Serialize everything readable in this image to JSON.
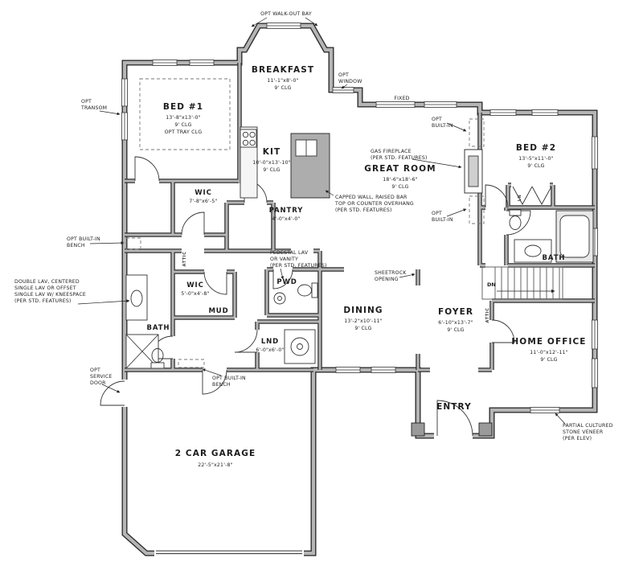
{
  "plan": {
    "style": {
      "wall_fill": "#b5b5b5",
      "wall_edge": "#2f2f2f",
      "thin_line": "#333333"
    },
    "rooms": {
      "bed1": {
        "name": "BED #1",
        "dims": "13'-8\"x13'-0\"",
        "clg": "9' CLG",
        "opt": "OPT TRAY CLG"
      },
      "breakfast": {
        "name": "BREAKFAST",
        "dims": "11'-1\"x8'-0\"",
        "clg": "9' CLG"
      },
      "kit": {
        "name": "KIT",
        "dims": "10'-0\"x13'-10\"",
        "clg": "9' CLG"
      },
      "pantry": {
        "name": "PANTRY",
        "dims": "4'-0\"x4'-0\""
      },
      "great_room": {
        "name": "GREAT ROOM",
        "dims": "18'-6\"x18'-6\"",
        "clg": "9' CLG"
      },
      "bed2": {
        "name": "BED #2",
        "dims": "13'-5\"x11'-0\"",
        "clg": "9' CLG"
      },
      "wic1": {
        "name": "WIC",
        "dims": "7'-8\"x6'-5\""
      },
      "wic2": {
        "name": "WIC",
        "dims": "5'-0\"x4'-8\""
      },
      "pwd": {
        "name": "PWD"
      },
      "mud": {
        "name": "MUD"
      },
      "bath1": {
        "name": "BATH"
      },
      "bath2": {
        "name": "BATH"
      },
      "lnd": {
        "name": "LND",
        "dims": "6'-0\"x6'-0\""
      },
      "dining": {
        "name": "DINING",
        "dims": "13'-2\"x10'-11\"",
        "clg": "9' CLG"
      },
      "foyer": {
        "name": "FOYER",
        "dims": "6'-10\"x13'-7\"",
        "clg": "9' CLG"
      },
      "home_office": {
        "name": "HOME OFFICE",
        "dims": "11'-0\"x12'-11\"",
        "clg": "9' CLG"
      },
      "entry": {
        "name": "ENTRY"
      },
      "garage": {
        "name": "2 CAR GARAGE",
        "dims": "22'-5\"x21'-8\""
      },
      "ln": {
        "name": "LN"
      }
    },
    "annotations": {
      "walkout_bay": [
        "OPT WALK-OUT BAY"
      ],
      "opt_window": [
        "OPT",
        "WINDOW"
      ],
      "fixed": [
        "FIXED"
      ],
      "opt_transom": [
        "OPT",
        "TRANSOM"
      ],
      "opt_builtin_upper": [
        "OPT",
        "BUILT-IN"
      ],
      "gas_fireplace": [
        "GAS FIREPLACE",
        "(PER STD. FEATURES)"
      ],
      "opt_builtin_lower": [
        "OPT",
        "BUILT-IN"
      ],
      "capped_wall": [
        "CAPPED WALL, RAISED BAR",
        "TOP OR COUNTER OVERHANG",
        "(PER STD. FEATURES)"
      ],
      "opt_builtin_bench_left": [
        "OPT BUILT-IN",
        "BENCH"
      ],
      "double_lav": [
        "DOUBLE LAV, CENTERED",
        "SINGLE LAV OR OFFSET",
        "SINGLE LAV W/ KNEESPACE",
        "(PER STD. FEATURES)"
      ],
      "pedestal_lav": [
        "PEDESTAL LAV",
        "OR VANITY",
        "(PER STD. FEATURES)"
      ],
      "sheetrock_opening": [
        "SHEETROCK",
        "OPENING"
      ],
      "opt_service_door": [
        "OPT",
        "SERVICE",
        "DOOR"
      ],
      "opt_builtin_bench_mud": [
        "OPT BUILT-IN",
        "BENCH"
      ],
      "stone_veneer": [
        "PARTIAL CULTURED",
        "STONE VENEER",
        "(PER ELEV)"
      ],
      "dn": [
        "DN"
      ],
      "attic_left": [
        "ATTIC"
      ],
      "attic_right": [
        "ATTIC"
      ]
    }
  }
}
